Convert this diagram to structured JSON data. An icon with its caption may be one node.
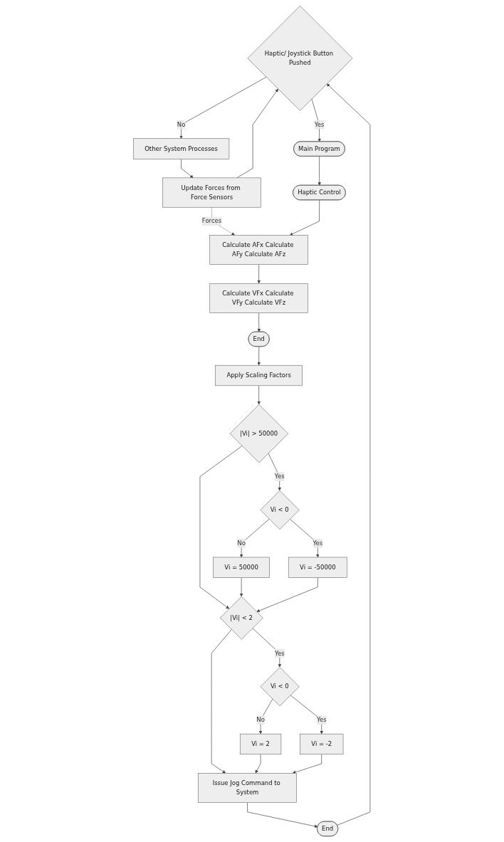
{
  "diagram": {
    "nodes": [
      {
        "text": [
          "Haptic/ Joystick Button Pushed"
        ]
      },
      {
        "text": [
          "Update Forces from Force Sensors"
        ]
      },
      {
        "text": [
          "Other System Processes"
        ]
      },
      {
        "text": [
          "Main Program"
        ]
      },
      {
        "text": [
          "Haptic Control"
        ]
      },
      {
        "text": [
          "Calculate AFx Calculate AFy Calculate AFz"
        ]
      },
      {
        "text": [
          "Apply Scaling Factors"
        ]
      },
      {
        "text": [
          "|Vi| > 50000"
        ]
      },
      {
        "text": [
          "Vi < 0"
        ]
      },
      {
        "text": [
          "Calculate VFx Calculate VFy Calculate VFz"
        ]
      },
      {
        "text": [
          "Vi = 50000"
        ]
      },
      {
        "text": [
          "Vi = -50000"
        ]
      },
      {
        "text": [
          "End"
        ]
      },
      {
        "text": [
          "|Vi| < 2"
        ]
      },
      {
        "text": [
          "Vi < 0"
        ]
      },
      {
        "text": [
          "Vi = 2"
        ]
      },
      {
        "text": [
          "Vi = -2"
        ]
      },
      {
        "text": [
          "Issue Jog Command to System"
        ]
      },
      {
        "text": [
          "End"
        ]
      }
    ],
    "edges": [
      {
        "from": 0,
        "to": 3,
        "arrow": "to",
        "label": "Yes"
      },
      {
        "from": 0,
        "to": 2,
        "arrow": "to",
        "label": "No"
      },
      {
        "from": 2,
        "to": 1,
        "arrow": "to"
      },
      {
        "from": 1,
        "to": 0,
        "arrow": "to"
      },
      {
        "from": 1,
        "to": 5,
        "arrow": "to",
        "label": "Forces",
        "style": "dashed"
      },
      {
        "from": 3,
        "to": 4,
        "arrow": "to"
      },
      {
        "from": 4,
        "to": 5,
        "arrow": "to"
      },
      {
        "from": 5,
        "to": 9,
        "arrow": "to"
      },
      {
        "from": 9,
        "to": 12,
        "arrow": "to"
      },
      {
        "from": 12,
        "to": 6,
        "arrow": "to"
      },
      {
        "from": 6,
        "to": 7,
        "arrow": "to"
      },
      {
        "from": 7,
        "to": 8,
        "arrow": "to",
        "label": "Yes"
      },
      {
        "from": 8,
        "to": 10,
        "arrow": "to",
        "label": "No"
      },
      {
        "from": 8,
        "to": 11,
        "arrow": "to",
        "label": "Yes"
      },
      {
        "from": 7,
        "to": 13,
        "arrow": "to"
      },
      {
        "from": 10,
        "to": 13,
        "arrow": "to"
      },
      {
        "from": 11,
        "to": 13,
        "arrow": "to"
      },
      {
        "from": 13,
        "to": 14,
        "arrow": "to",
        "label": "Yes"
      },
      {
        "from": 14,
        "to": 15,
        "arrow": "to",
        "label": "No"
      },
      {
        "from": 14,
        "to": 16,
        "arrow": "to",
        "label": "Yes"
      },
      {
        "from": 13,
        "to": 17,
        "arrow": "to"
      },
      {
        "from": 15,
        "to": 17,
        "arrow": "to"
      },
      {
        "from": 16,
        "to": 17,
        "arrow": "to"
      },
      {
        "from": 17,
        "to": 18,
        "arrow": "to"
      },
      {
        "from": 18,
        "to": 0,
        "arrow": "to"
      }
    ]
  }
}
